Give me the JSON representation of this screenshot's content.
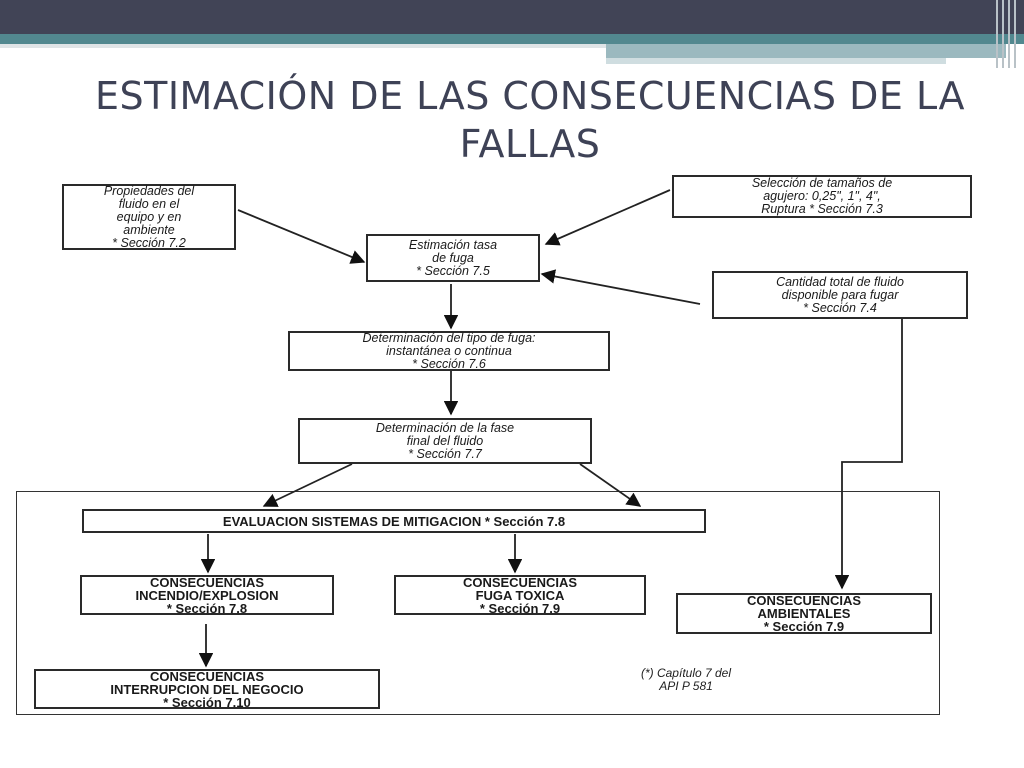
{
  "title": "ESTIMACIÓN DE LAS CONSECUENCIAS DE LA FALLAS",
  "boxes": {
    "propiedades": [
      "Propiedades del",
      "fluido en el",
      "equipo y en",
      "ambiente",
      "* Sección 7.2"
    ],
    "seleccion": [
      "Selección de tamaños de",
      "agujero: 0,25\", 1\", 4\",",
      "Ruptura * Sección 7.3"
    ],
    "tasa_fuga": [
      "Estimación tasa",
      "de fuga",
      "* Sección 7.5"
    ],
    "cantidad": [
      "Cantidad total de fluido",
      "disponible para fugar",
      "* Sección 7.4"
    ],
    "tipo_fuga": [
      "Determinación del tipo de fuga:",
      "instantánea o continua",
      "* Sección 7.6"
    ],
    "fase": [
      "Determinación de la fase",
      "final del fluido",
      "* Sección 7.7"
    ],
    "mitigacion": [
      "EVALUACION SISTEMAS DE MITIGACION  * Sección 7.8"
    ],
    "incendio": [
      "CONSECUENCIAS",
      "INCENDIO/EXPLOSION",
      "* Sección 7.8"
    ],
    "toxica": [
      "CONSECUENCIAS",
      "FUGA TOXICA",
      "* Sección 7.9"
    ],
    "ambientales": [
      "CONSECUENCIAS",
      "AMBIENTALES",
      "* Sección 7.9"
    ],
    "negocio": [
      "CONSECUENCIAS",
      "INTERRUPCION DEL NEGOCIO",
      "* Sección 7.10"
    ]
  },
  "note": [
    "(*) Capítulo 7 del",
    "API P 581"
  ],
  "colors": {
    "topbar": "#414456",
    "accent": "#52888f",
    "title": "#3e4256"
  }
}
